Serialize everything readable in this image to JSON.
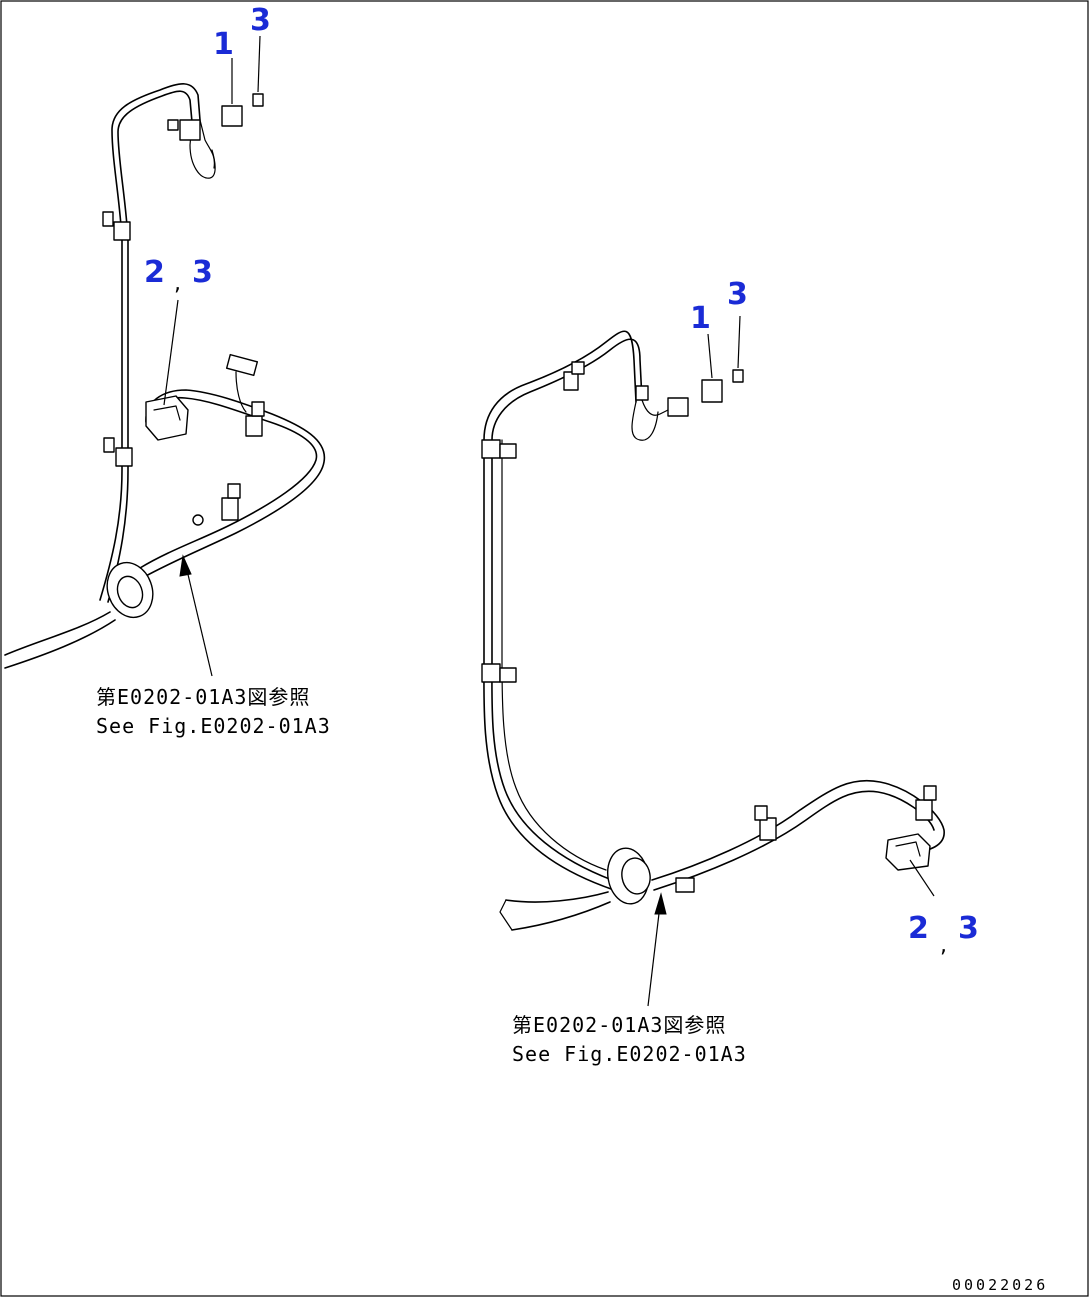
{
  "figure_code": "00022026",
  "left_view": {
    "callouts": {
      "part_1": "1",
      "part_3": "3",
      "parts_2_3_a": "2",
      "parts_2_3_comma": ",",
      "parts_2_3_b": "3"
    },
    "reference": {
      "line_jp": "第E0202-01A3図参照",
      "line_en": "See Fig.E0202-01A3"
    }
  },
  "right_view": {
    "callouts": {
      "part_1": "1",
      "part_3": "3",
      "parts_2_3_a": "2",
      "parts_2_3_comma": ",",
      "parts_2_3_b": "3"
    },
    "reference": {
      "line_jp": "第E0202-01A3図参照",
      "line_en": "See Fig.E0202-01A3"
    }
  },
  "colors": {
    "callout": "#1a2bd6",
    "line": "#000000",
    "background": "#ffffff"
  }
}
